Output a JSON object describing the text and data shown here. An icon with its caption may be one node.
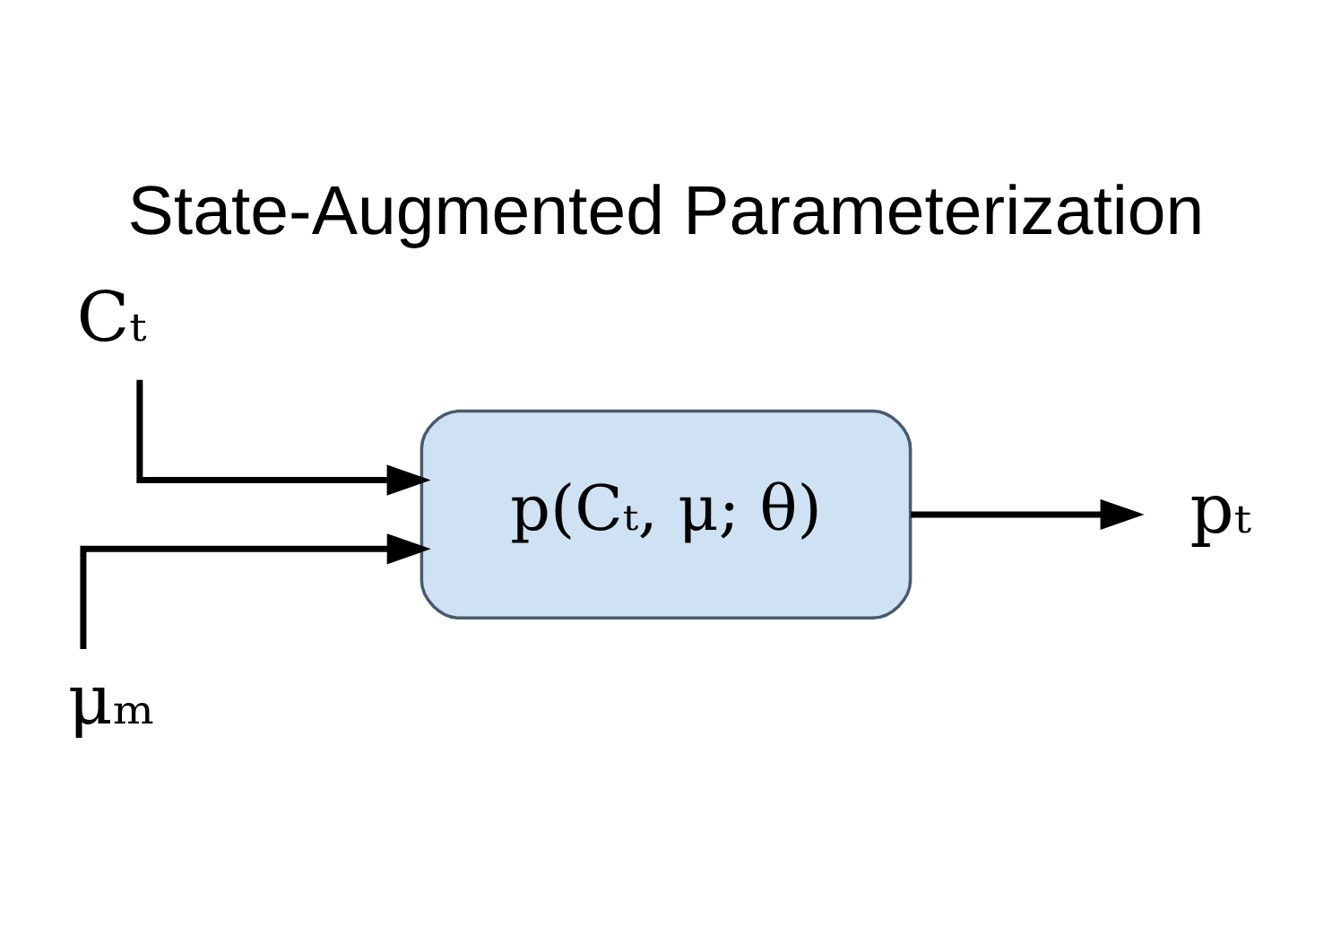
{
  "diagram": {
    "title": "State-Augmented Parameterization",
    "nodes": [
      {
        "text": [
          "Cₜ"
        ]
      },
      {
        "text": [
          "p(Cₜ, μ; θ)"
        ]
      },
      {
        "text": [
          "pₜ"
        ]
      },
      {
        "text": [
          "μₘ"
        ]
      }
    ],
    "edges": [
      {
        "from": 0,
        "to": 1,
        "arrow": "to"
      },
      {
        "from": 3,
        "to": 1,
        "arrow": "to"
      },
      {
        "from": 1,
        "to": 2,
        "arrow": "to"
      }
    ]
  }
}
